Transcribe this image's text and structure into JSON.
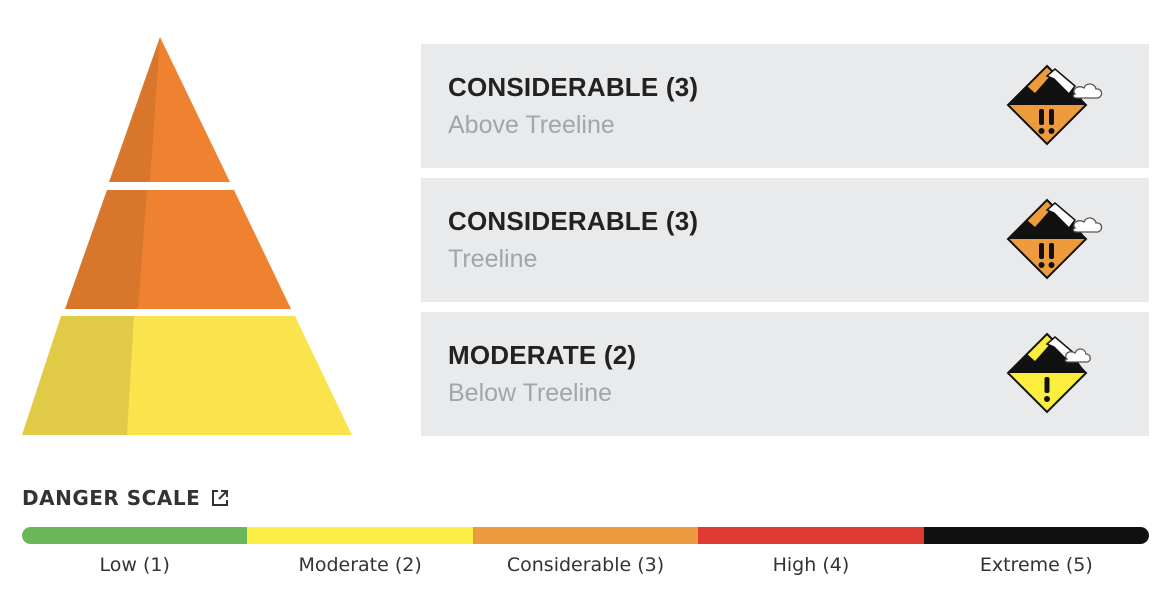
{
  "bands": [
    {
      "rating": "CONSIDERABLE (3)",
      "elevation": "Above Treeline",
      "level": 3,
      "icon": "considerable-danger-icon"
    },
    {
      "rating": "CONSIDERABLE (3)",
      "elevation": "Treeline",
      "level": 3,
      "icon": "considerable-danger-icon"
    },
    {
      "rating": "MODERATE (2)",
      "elevation": "Below Treeline",
      "level": 2,
      "icon": "moderate-danger-icon"
    }
  ],
  "pyramid": {
    "top_color": "#ee8231",
    "middle_color": "#ee8231",
    "bottom_color": "#fbe34e"
  },
  "danger_scale": {
    "heading": "DANGER SCALE",
    "icon": "external-link-icon",
    "levels": [
      {
        "label": "Low (1)",
        "color": "#6bb55a"
      },
      {
        "label": "Moderate (2)",
        "color": "#fbef45"
      },
      {
        "label": "Considerable (3)",
        "color": "#ec9b3e"
      },
      {
        "label": "High (4)",
        "color": "#df3b33"
      },
      {
        "label": "Extreme (5)",
        "color": "#111111"
      }
    ]
  }
}
